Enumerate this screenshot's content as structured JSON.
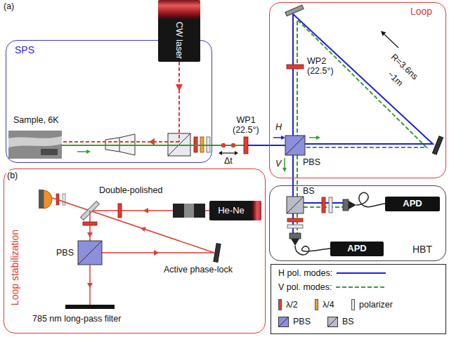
{
  "diagram": {
    "nodes": [
      {
        "text": [
          "CW laser"
        ]
      },
      {
        "text": [
          "SPS"
        ]
      },
      {
        "text": [
          "Loop"
        ]
      },
      {
        "text": [
          "HBT"
        ]
      },
      {
        "text": [
          "APD"
        ],
        "in": 3
      },
      {
        "text": [
          "APD"
        ],
        "in": 3
      },
      {
        "text": [
          "Loop stabilization"
        ]
      },
      {
        "text": [
          "He-Ne"
        ],
        "in": 6
      }
    ],
    "edges": [
      {
        "from": 1,
        "to": 2,
        "arrow": "none"
      },
      {
        "from": 2,
        "to": 3,
        "arrow": "none"
      }
    ],
    "labels": [
      "(a)",
      "Sample, 6K",
      "WP1",
      "(22.5°)",
      "Δt",
      "WP2",
      "(22.5°)",
      "H",
      "V",
      "R=3.6ns",
      "~1m",
      "PBS",
      "BS",
      "(b)",
      "Double-polished",
      "PBS",
      "Active phase-lock",
      "785 nm long-pass filter"
    ],
    "legend": [
      {
        "text": "H pol. modes:"
      },
      {
        "text": "V pol. modes:"
      },
      {
        "text": "λ/2",
        "color": "#e23a32"
      },
      {
        "text": "λ/4",
        "color": "#f2a03d"
      },
      {
        "text": "polarizer",
        "color": "#e6e6e6"
      },
      {
        "text": "PBS",
        "color": "#8c8fdc"
      },
      {
        "text": "BS",
        "color": "#b9bcc6"
      }
    ]
  }
}
